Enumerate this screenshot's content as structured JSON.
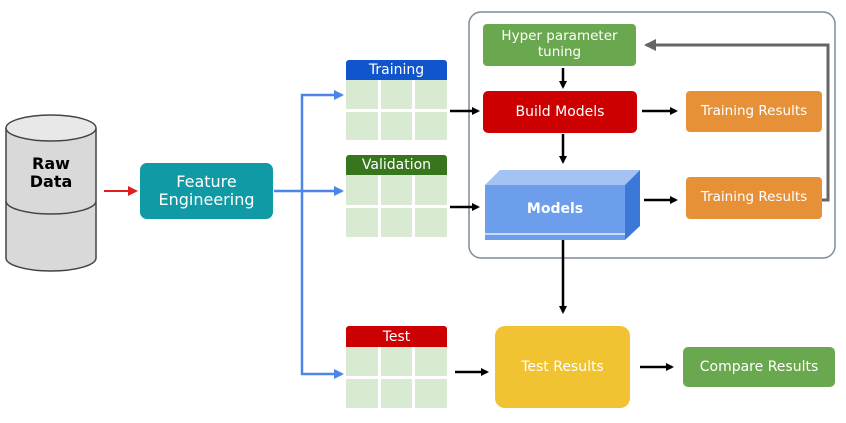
{
  "nodes": {
    "raw_data": "Raw\nData",
    "feature_engineering": "Feature\nEngineering",
    "training": "Training",
    "validation": "Validation",
    "test": "Test",
    "hyper_parameter_tuning": "Hyper parameter\ntuning",
    "build_models": "Build Models",
    "training_results_1": "Training Results",
    "models": "Models",
    "training_results_2": "Training Results",
    "test_results": "Test Results",
    "compare_results": "Compare Results"
  },
  "colors": {
    "green_dark_label": "#38761d",
    "blue_label": "#1155cc",
    "red": "#cc0000",
    "teal": "#0f9aa5",
    "green": "#6aa84f",
    "orange": "#e69138",
    "yellow": "#f1c232",
    "models_blue": "#6d9eeb",
    "table_cell": "#d9ead3",
    "arrow_red": "#e02020",
    "arrow_blue": "#4a86e8"
  }
}
